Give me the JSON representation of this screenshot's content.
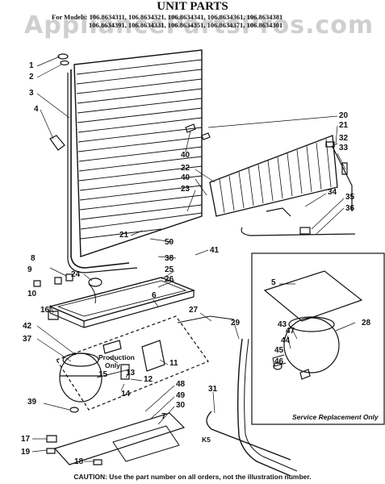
{
  "watermark": "AppliancePartsPros.com",
  "title": "UNIT PARTS",
  "models_line1": "For Models: 106.8634311, 106.8634321, 106.8634341, 106.8634361, 106.8634381",
  "models_line2": "106.8634391, 106.8634331, 106.8634351, 106.8634371, 106.8634301",
  "production_label": "Production",
  "production_label2": "Only",
  "service_label": "Service Replacement Only",
  "ks_label": "K5",
  "caution": "CAUTION: Use the part number on all orders, not the illustration number.",
  "callouts": {
    "c1": "1",
    "c2": "2",
    "c3": "3",
    "c4": "4",
    "c20": "20",
    "c21a": "21",
    "c32": "32",
    "c33": "33",
    "c40a": "40",
    "c22": "22",
    "c40b": "40",
    "c23": "23",
    "c34": "34",
    "c35": "35",
    "c36": "36",
    "c21b": "21",
    "c50": "50",
    "c41": "41",
    "c38": "38",
    "c8": "8",
    "c9": "9",
    "c10": "10",
    "c24": "24",
    "c25": "25",
    "c26": "26",
    "c5": "5",
    "c6": "6",
    "c43": "43",
    "c28": "28",
    "c16": "16",
    "c27": "27",
    "c29": "29",
    "c47": "47",
    "c44": "44",
    "c45": "45",
    "c46": "46",
    "c42": "42",
    "c37": "37",
    "c15": "15",
    "c11": "11",
    "c12": "12",
    "c13": "13",
    "c14": "14",
    "c39": "39",
    "c31": "31",
    "c48": "48",
    "c49": "49",
    "c30": "30",
    "c7": "7",
    "c17": "17",
    "c19": "19",
    "c18": "18"
  }
}
